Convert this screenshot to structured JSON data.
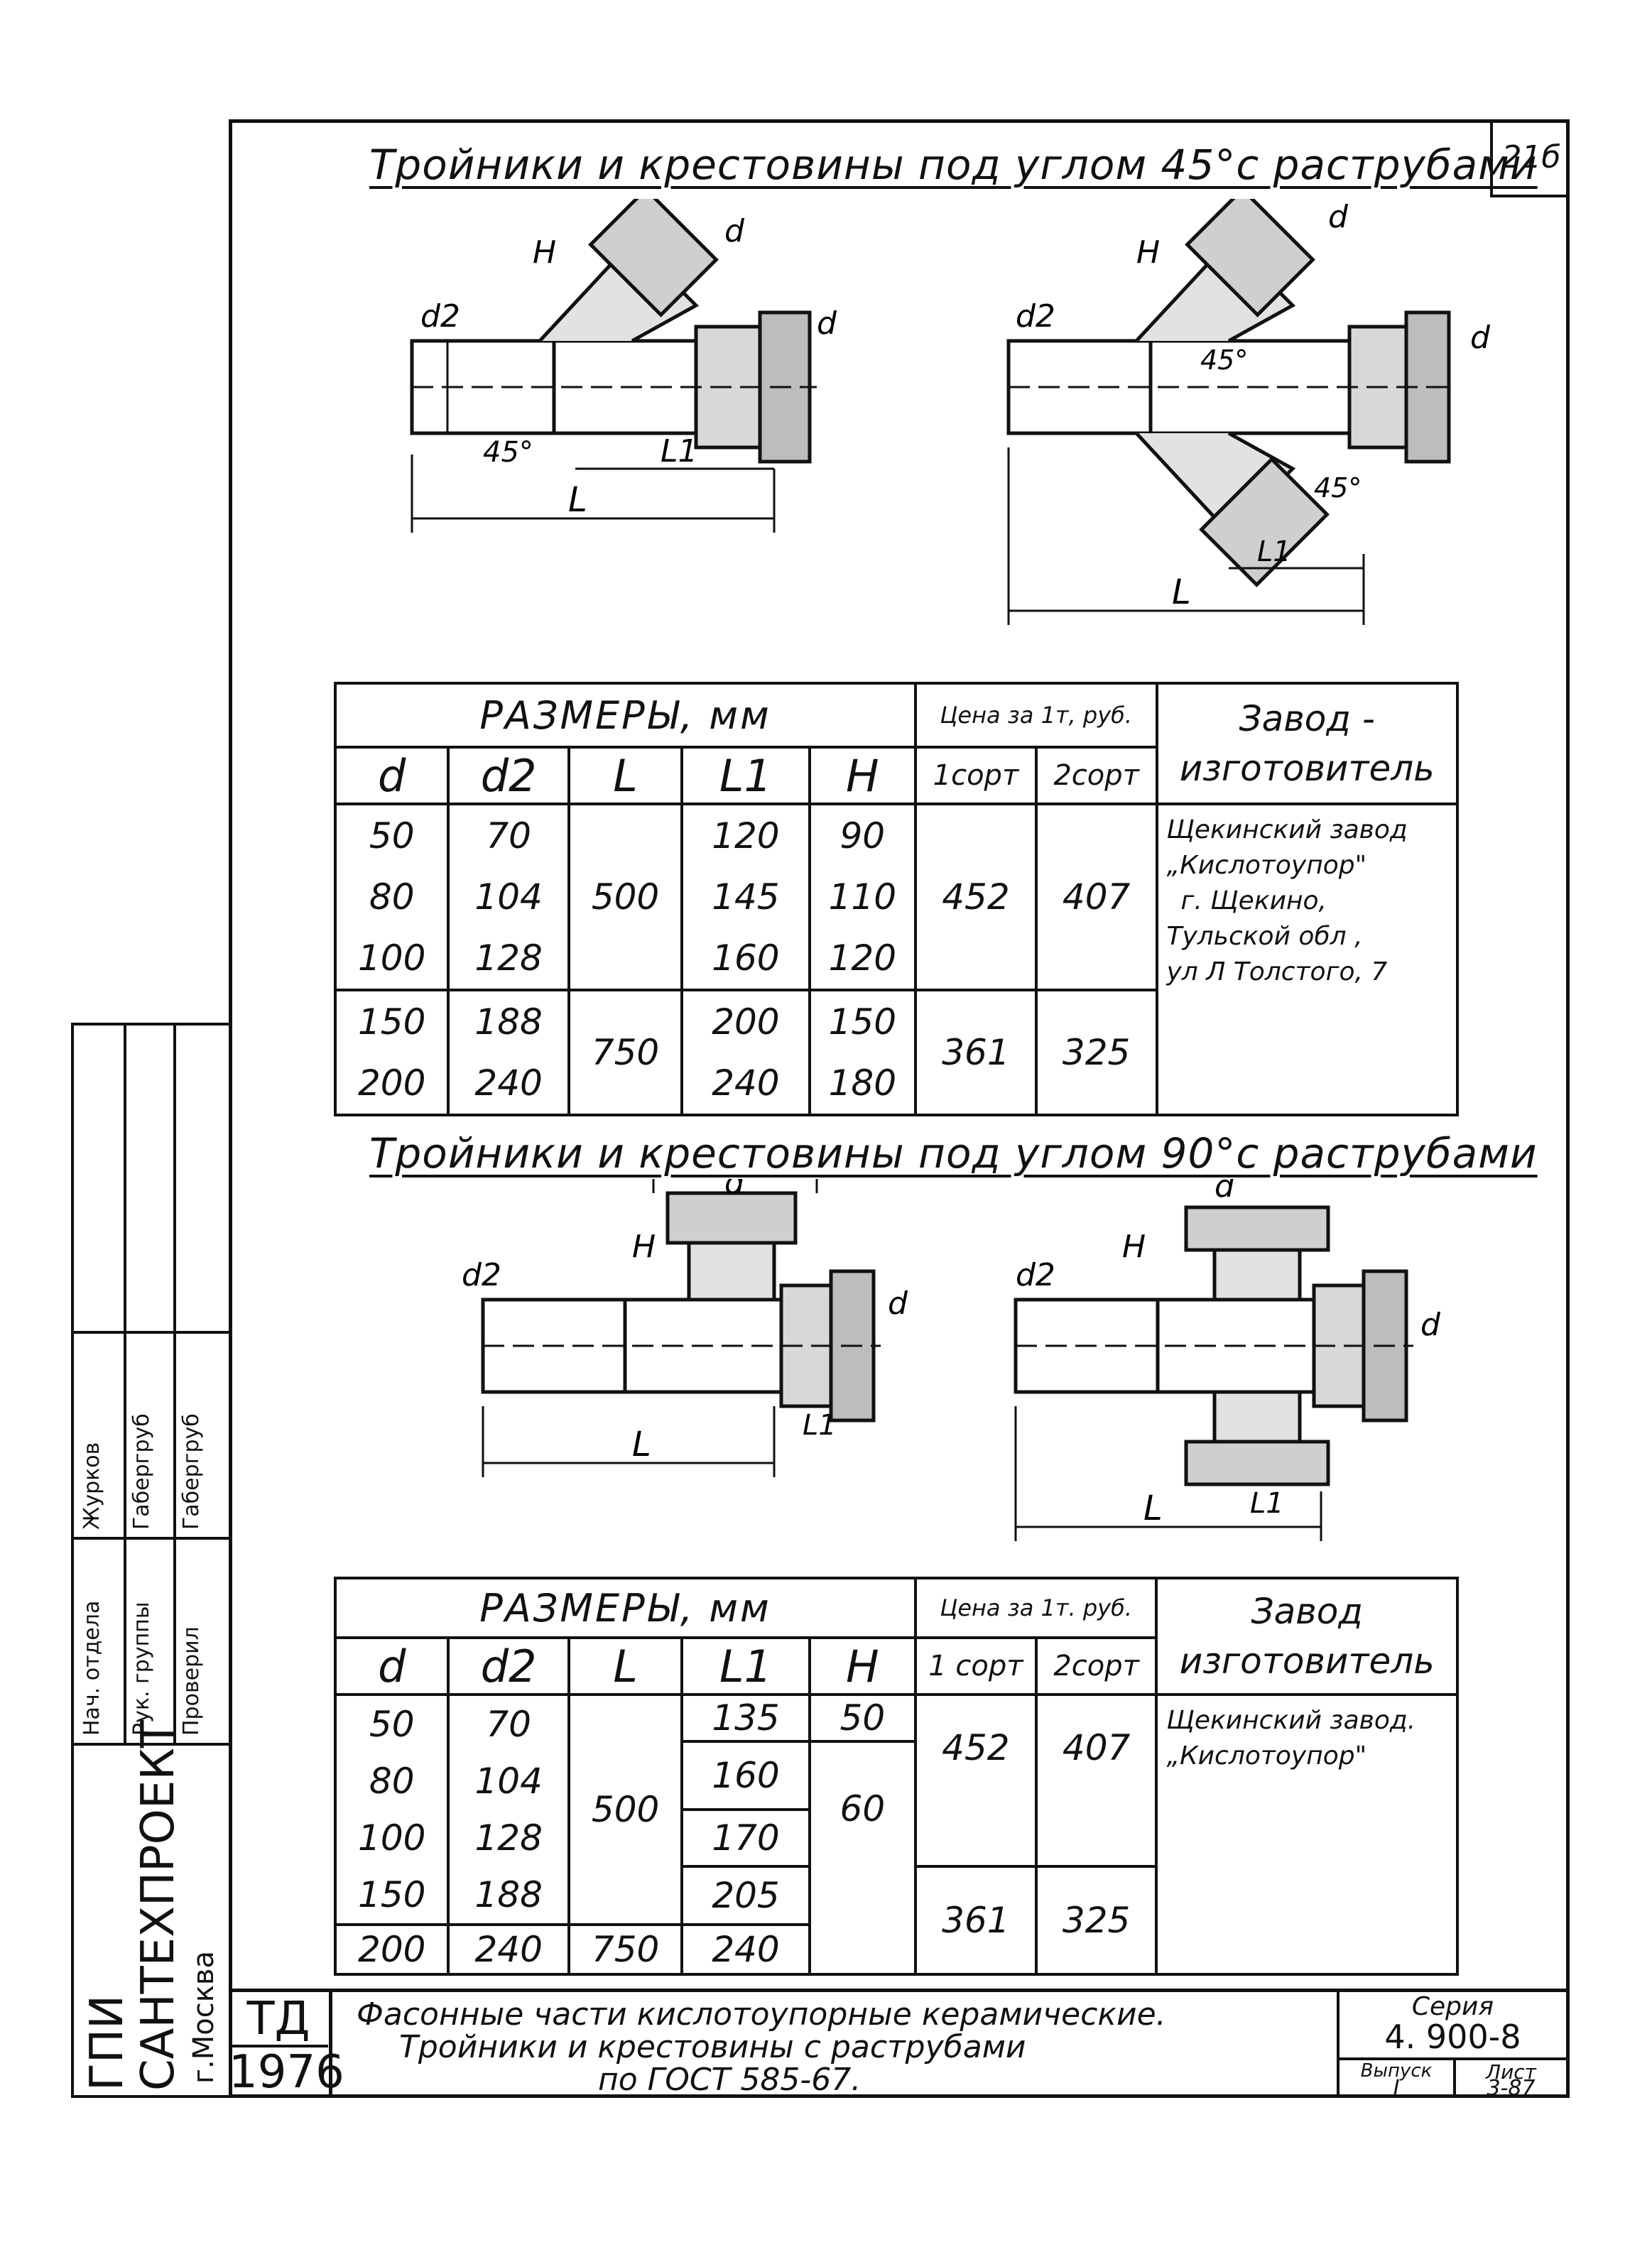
{
  "sheet_number": "21б",
  "section1": {
    "title": "Тройники и крестовины под углом 45°с раструбами",
    "drawing_labels": {
      "d": "d",
      "d2": "d2",
      "L": "L",
      "L1": "L1",
      "H": "H",
      "angle": "45°"
    },
    "table": {
      "header_sizes": "РАЗМЕРЫ, мм",
      "header_price": "Цена за 1т, руб.",
      "header_factory": "Завод - изготовитель",
      "col_labels": [
        "d",
        "d2",
        "L",
        "L1",
        "H"
      ],
      "grade_labels": [
        "1сорт",
        "2сорт"
      ],
      "d": [
        "50",
        "80",
        "100",
        "150",
        "200"
      ],
      "d2": [
        "70",
        "104",
        "128",
        "188",
        "240"
      ],
      "L_group1": "500",
      "L_group2": "750",
      "L1": [
        "120",
        "145",
        "160",
        "200",
        "240"
      ],
      "H": [
        "90",
        "110",
        "120",
        "150",
        "180"
      ],
      "price1_group1": "452",
      "price2_group1": "407",
      "price1_group2": "361",
      "price2_group2": "325",
      "factory": [
        "Щекинский завод",
        "„Кислотоупор\"",
        "г. Щекино,",
        "Тульской обл ,",
        "ул Л Толстого, 7"
      ]
    }
  },
  "section2": {
    "title": "Тройники и крестовины под углом 90°с раструбами",
    "drawing_labels": {
      "d": "d",
      "d2": "d2",
      "L": "L",
      "L1": "L1",
      "H": "H"
    },
    "table": {
      "header_sizes": "РАЗМЕРЫ, мм",
      "header_price": "Цена за 1т. руб.",
      "header_factory": "Завод изготовитель",
      "col_labels": [
        "d",
        "d2",
        "L",
        "L1",
        "H"
      ],
      "grade_labels": [
        "1 сорт",
        "2сорт"
      ],
      "d": [
        "50",
        "80",
        "100",
        "150",
        "200"
      ],
      "d2": [
        "70",
        "104",
        "128",
        "188",
        "240"
      ],
      "L_group1": "500",
      "L_group2": "750",
      "L1": [
        "135",
        "160",
        "170",
        "205",
        "240"
      ],
      "H_group1": "50",
      "H_group2": "60",
      "price1_group1": "452",
      "price2_group1": "407",
      "price1_group2": "361",
      "price2_group2": "325",
      "factory": [
        "Щекинский завод.",
        "„Кислотоупор\""
      ]
    }
  },
  "stamp": {
    "td": "ТД",
    "year": "1976",
    "line1": "Фасонные части кислотоупорные керамические.",
    "line2": "Тройники и крестовины с раструбами",
    "line3": "по ГОСТ 585-67.",
    "series_label": "Серия",
    "series_value": "4. 900-8",
    "issue_label": "Выпуск",
    "issue_value": "I",
    "sheet_label": "Лист",
    "sheet_value": "3-87"
  },
  "side_stamp": {
    "org_line1": "ГПИ",
    "org_line2": "САНТЕХПРОЕКТ",
    "org_line3": "г.Москва",
    "roles": [
      "Нач. отдела",
      "Рук. группы",
      "Проверил"
    ],
    "names": [
      "Журков",
      "Габергруб",
      "Габергруб"
    ]
  }
}
